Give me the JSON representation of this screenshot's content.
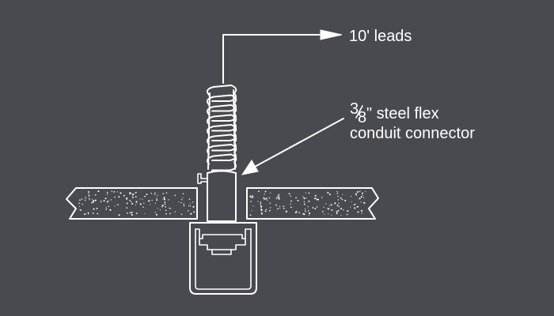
{
  "labels": {
    "leads": "10' leads",
    "connector_fraction_num": "3",
    "connector_fraction_den": "8",
    "connector_line1_rest": "\" steel flex",
    "connector_line2": "conduit connector"
  },
  "colors": {
    "background": "#484a4f",
    "line": "#ffffff"
  }
}
